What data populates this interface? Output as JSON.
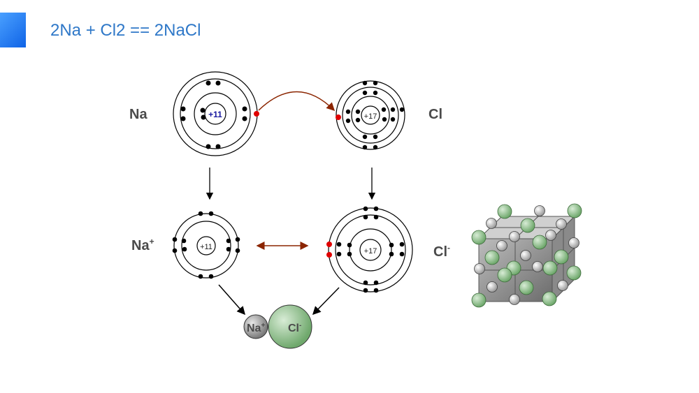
{
  "title": "2Na + Cl2 == 2NaCl",
  "atoms": {
    "na": {
      "label": "Na",
      "nucleus": "+11"
    },
    "cl": {
      "label": "Cl",
      "nucleus": "+17"
    },
    "na_ion": {
      "label": "Na",
      "charge": "+",
      "nucleus": "+11"
    },
    "cl_ion": {
      "label": "Cl",
      "charge": "-",
      "nucleus": "+17"
    }
  },
  "product": {
    "na_label": "Na",
    "na_charge": "+",
    "cl_label": "Cl",
    "cl_charge": "-"
  },
  "colors": {
    "accent": "#1a6fe8",
    "title": "#2f78c8",
    "transfer_electron": "#e00000",
    "transfer_arrow": "#8b2500",
    "nucleus_label": "#1a1aa0",
    "chloride_sphere": "#9cc59a",
    "sodium_sphere": "#9a9a9a"
  }
}
